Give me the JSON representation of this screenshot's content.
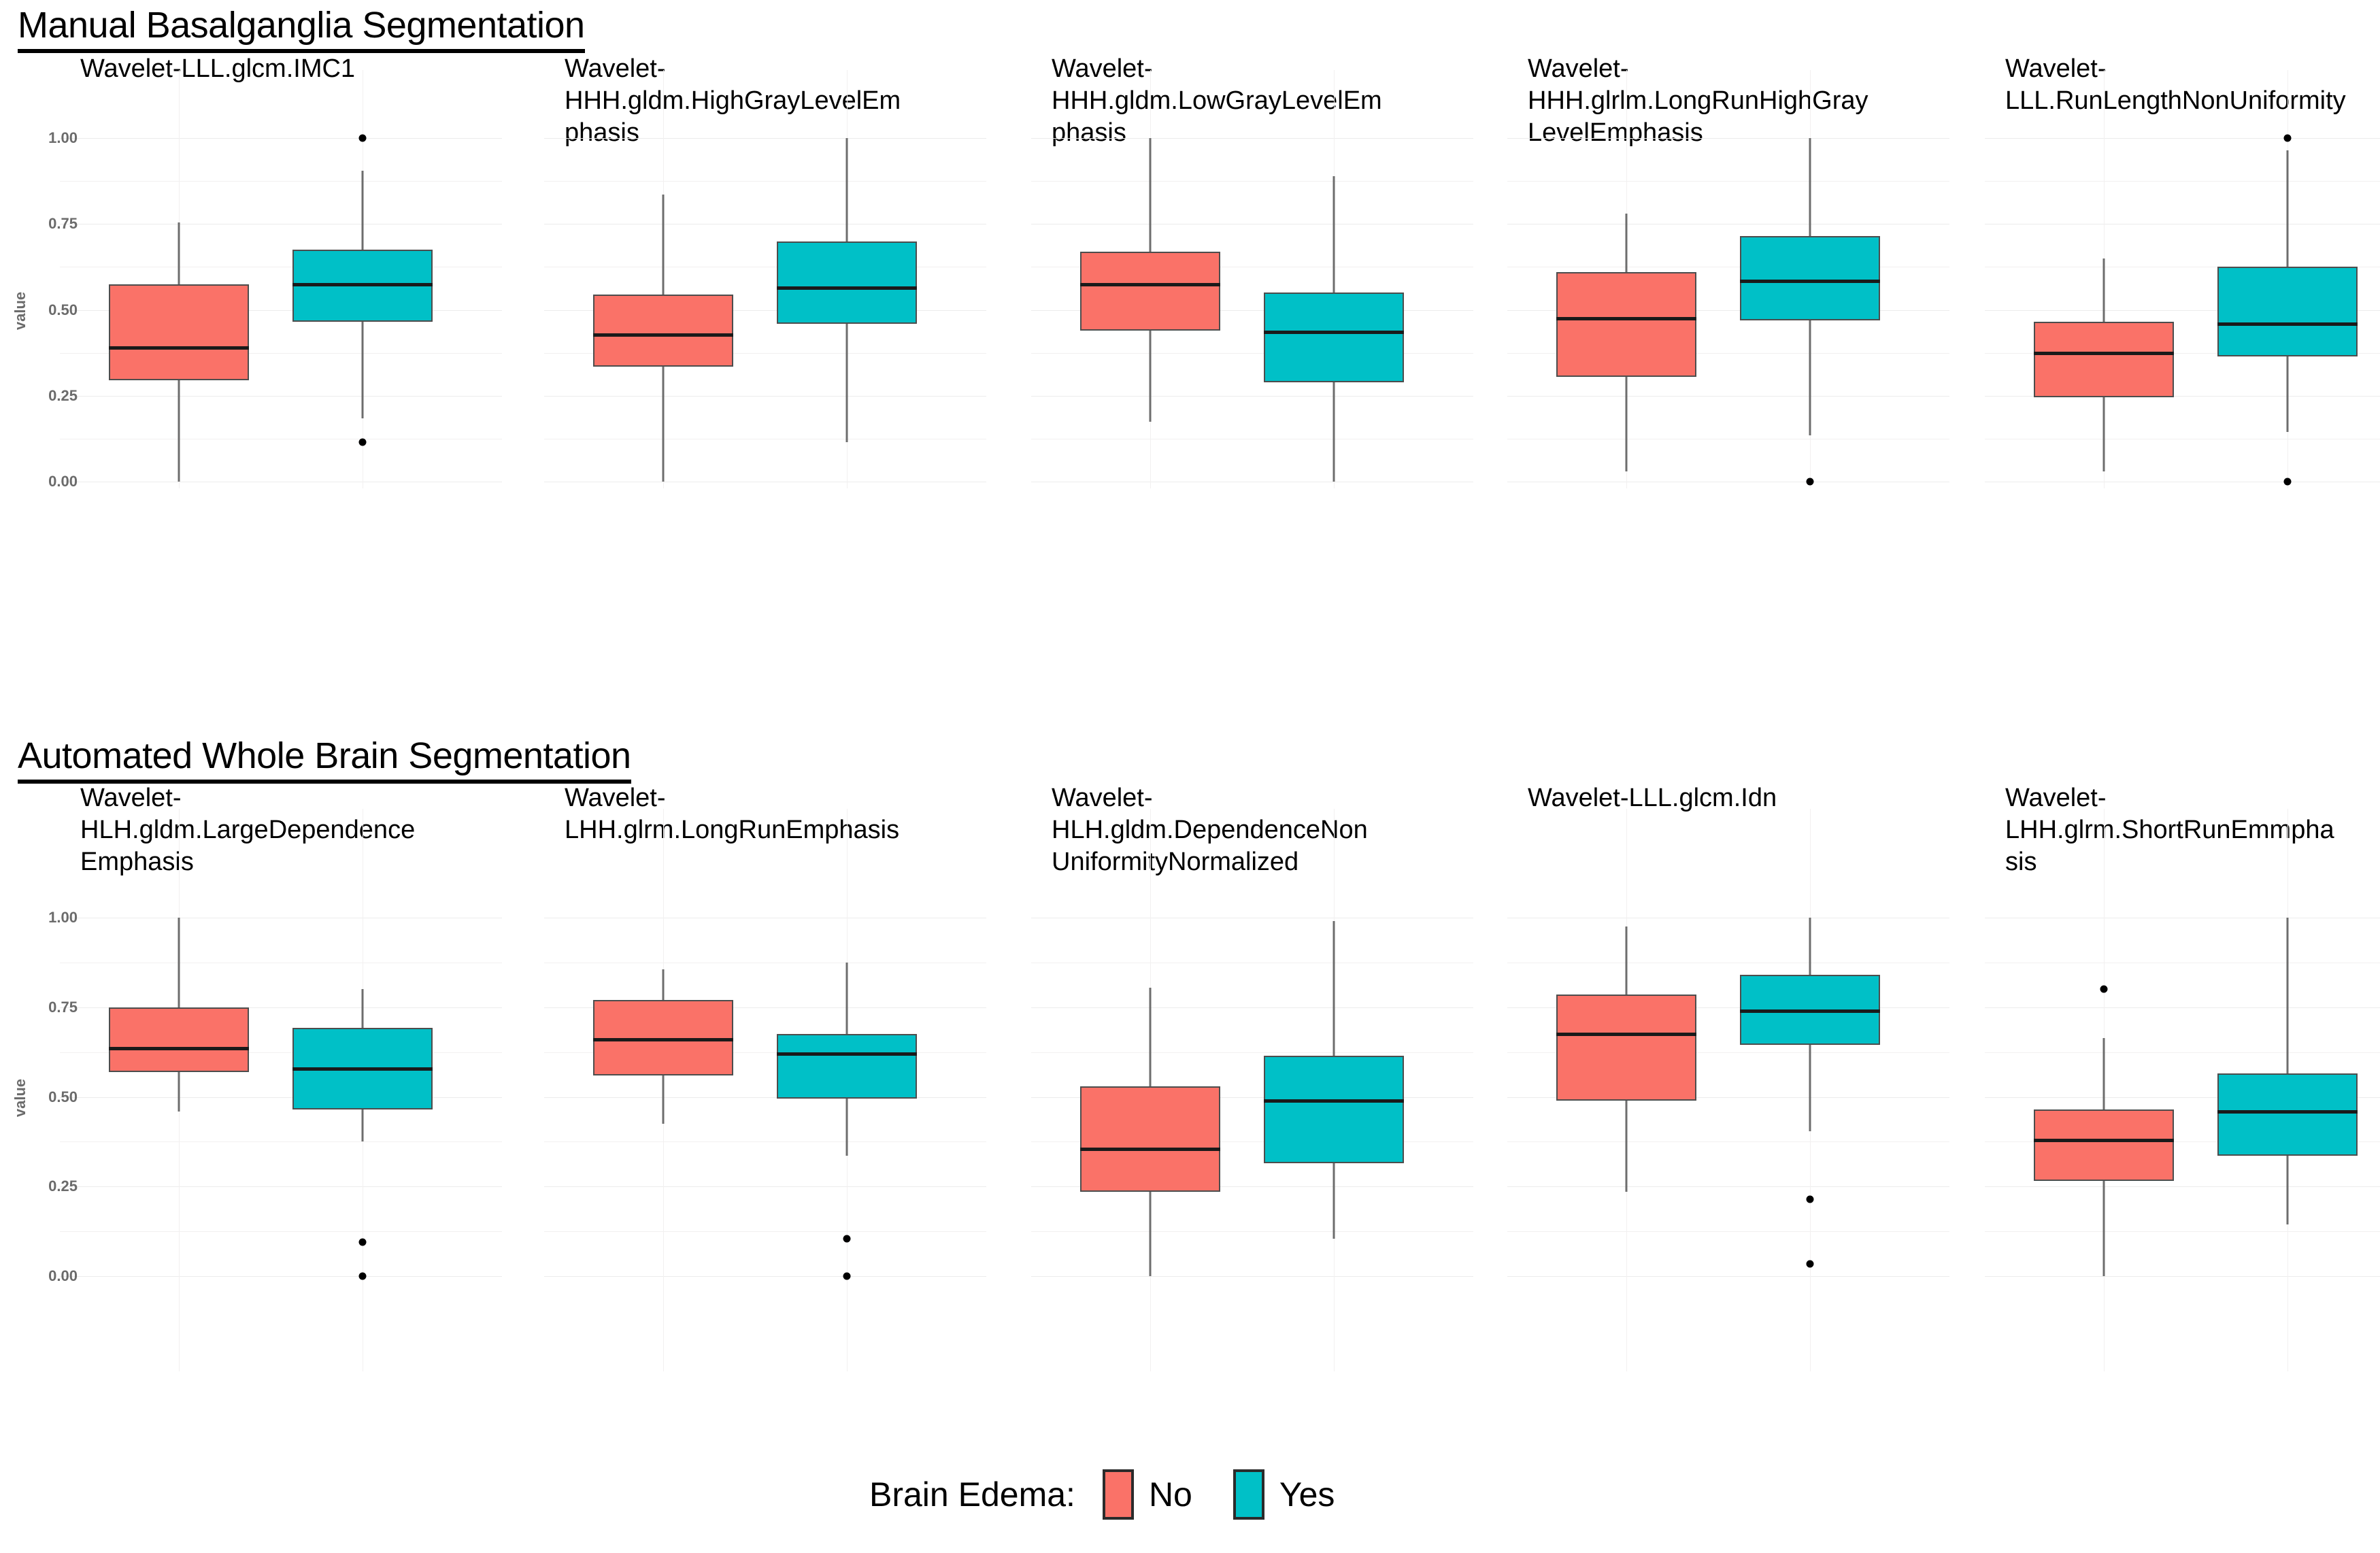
{
  "sections": [
    {
      "title": "Manual Basalganglia Segmentation"
    },
    {
      "title": "Automated Whole Brain Segmentation"
    }
  ],
  "axis": {
    "label": "value",
    "ticks": [
      "1.00",
      "0.75",
      "0.50",
      "0.25",
      "0.00"
    ]
  },
  "legend": {
    "title": "Brain Edema:",
    "entries": [
      {
        "label": "No",
        "color": "#fa7268"
      },
      {
        "label": "Yes",
        "color": "#00c0c7"
      }
    ]
  },
  "colors": {
    "no": "#fa7268",
    "yes": "#00c0c7",
    "outline": "#4d4d4d",
    "median": "#1a1a1a",
    "whisker": "#6d6d6d",
    "grid": "#f2f0f0",
    "tick_text": "#6b6b6b"
  },
  "chart_data": {
    "type": "box",
    "title": "Radiomic feature value distributions by brain edema status",
    "ylabel": "value",
    "ylim": [
      0,
      1
    ],
    "yticks": [
      0,
      0.25,
      0.5,
      0.75,
      1
    ],
    "grid": true,
    "legend_position": "bottom",
    "groups": [
      "No",
      "Yes"
    ],
    "panels": [
      {
        "section": "Manual Basalganglia Segmentation",
        "title": "Wavelet-LLL.glcm.IMC1",
        "title_lines": [
          "Wavelet-LLL.glcm.IMC1"
        ],
        "boxes": [
          {
            "group": "No",
            "min": 0.0,
            "q1": 0.295,
            "median": 0.39,
            "q3": 0.575,
            "max": 0.755,
            "outliers": []
          },
          {
            "group": "Yes",
            "min": 0.185,
            "q1": 0.465,
            "median": 0.575,
            "q3": 0.675,
            "max": 0.905,
            "outliers": [
              1.0,
              0.115
            ]
          }
        ]
      },
      {
        "section": "Manual Basalganglia Segmentation",
        "title": "Wavelet-HHH.gldm.HighGrayLevelEmphasis",
        "title_lines": [
          "Wavelet-",
          "HHH.gldm.HighGrayLevelEm",
          "phasis"
        ],
        "boxes": [
          {
            "group": "No",
            "min": 0.0,
            "q1": 0.335,
            "median": 0.427,
            "q3": 0.545,
            "max": 0.835,
            "outliers": []
          },
          {
            "group": "Yes",
            "min": 0.115,
            "q1": 0.46,
            "median": 0.565,
            "q3": 0.7,
            "max": 1.0,
            "outliers": []
          }
        ]
      },
      {
        "section": "Manual Basalganglia Segmentation",
        "title": "Wavelet-HHH.gldm.LowGrayLevelEmphasis",
        "title_lines": [
          "Wavelet-",
          "HHH.gldm.LowGrayLevelEm",
          "phasis"
        ],
        "boxes": [
          {
            "group": "No",
            "min": 0.175,
            "q1": 0.44,
            "median": 0.575,
            "q3": 0.67,
            "max": 1.0,
            "outliers": []
          },
          {
            "group": "Yes",
            "min": 0.0,
            "q1": 0.29,
            "median": 0.435,
            "q3": 0.55,
            "max": 0.89,
            "outliers": []
          }
        ]
      },
      {
        "section": "Manual Basalganglia Segmentation",
        "title": "Wavelet-HHH.glrlm.LongRunHighGrayLevelEmphasis",
        "title_lines": [
          "Wavelet-",
          "HHH.glrlm.LongRunHighGray",
          "LevelEmphasis"
        ],
        "boxes": [
          {
            "group": "No",
            "min": 0.03,
            "q1": 0.305,
            "median": 0.475,
            "q3": 0.61,
            "max": 0.78,
            "outliers": []
          },
          {
            "group": "Yes",
            "min": 0.135,
            "q1": 0.47,
            "median": 0.585,
            "q3": 0.715,
            "max": 1.0,
            "outliers": [
              0.0
            ]
          }
        ]
      },
      {
        "section": "Manual Basalganglia Segmentation",
        "title": "Wavelet-LLL.RunLengthNonUniformity",
        "title_lines": [
          "Wavelet-",
          "LLL.RunLengthNonUniformity"
        ],
        "boxes": [
          {
            "group": "No",
            "min": 0.03,
            "q1": 0.245,
            "median": 0.375,
            "q3": 0.465,
            "max": 0.65,
            "outliers": []
          },
          {
            "group": "Yes",
            "min": 0.145,
            "q1": 0.365,
            "median": 0.46,
            "q3": 0.625,
            "max": 0.965,
            "outliers": [
              1.0,
              0.0
            ]
          }
        ]
      },
      {
        "section": "Automated Whole Brain Segmentation",
        "title": "Wavelet-HLH.gldm.LargeDependenceEmphasis",
        "title_lines": [
          "Wavelet-",
          "HLH.gldm.LargeDependence",
          "Emphasis"
        ],
        "boxes": [
          {
            "group": "No",
            "min": 0.46,
            "q1": 0.57,
            "median": 0.635,
            "q3": 0.75,
            "max": 1.0,
            "outliers": []
          },
          {
            "group": "Yes",
            "min": 0.375,
            "q1": 0.465,
            "median": 0.578,
            "q3": 0.693,
            "max": 0.8,
            "outliers": [
              0.095,
              0.0
            ]
          }
        ]
      },
      {
        "section": "Automated Whole Brain Segmentation",
        "title": "Wavelet-LHH.glrm.LongRunEmphasis",
        "title_lines": [
          "Wavelet-",
          "LHH.glrm.LongRunEmphasis"
        ],
        "boxes": [
          {
            "group": "No",
            "min": 0.425,
            "q1": 0.56,
            "median": 0.66,
            "q3": 0.77,
            "max": 0.855,
            "outliers": []
          },
          {
            "group": "Yes",
            "min": 0.335,
            "q1": 0.495,
            "median": 0.62,
            "q3": 0.675,
            "max": 0.875,
            "outliers": [
              0.105,
              0.0
            ]
          }
        ]
      },
      {
        "section": "Automated Whole Brain Segmentation",
        "title": "Wavelet-HLH.gldm.DependenceNonUniformityNormalized",
        "title_lines": [
          "Wavelet-",
          "HLH.gldm.DependenceNon",
          "UniformityNormalized"
        ],
        "boxes": [
          {
            "group": "No",
            "min": 0.0,
            "q1": 0.235,
            "median": 0.355,
            "q3": 0.53,
            "max": 0.805,
            "outliers": []
          },
          {
            "group": "Yes",
            "min": 0.105,
            "q1": 0.315,
            "median": 0.49,
            "q3": 0.615,
            "max": 0.99,
            "outliers": []
          }
        ]
      },
      {
        "section": "Automated Whole Brain Segmentation",
        "title": "Wavelet-LLL.glcm.Idn",
        "title_lines": [
          "Wavelet-LLL.glcm.Idn"
        ],
        "boxes": [
          {
            "group": "No",
            "min": 0.235,
            "q1": 0.49,
            "median": 0.675,
            "q3": 0.785,
            "max": 0.975,
            "outliers": []
          },
          {
            "group": "Yes",
            "min": 0.405,
            "q1": 0.645,
            "median": 0.74,
            "q3": 0.84,
            "max": 1.0,
            "outliers": [
              0.215,
              0.035
            ]
          }
        ]
      },
      {
        "section": "Automated Whole Brain Segmentation",
        "title": "Wavelet-LHH.glrm.ShortRunEmmphasis",
        "title_lines": [
          "Wavelet-",
          "LHH.glrm.ShortRunEmmpha",
          "sis"
        ],
        "boxes": [
          {
            "group": "No",
            "min": 0.0,
            "q1": 0.265,
            "median": 0.38,
            "q3": 0.465,
            "max": 0.665,
            "outliers": [
              0.8
            ]
          },
          {
            "group": "Yes",
            "min": 0.145,
            "q1": 0.335,
            "median": 0.46,
            "q3": 0.565,
            "max": 1.0,
            "outliers": []
          }
        ]
      }
    ]
  }
}
